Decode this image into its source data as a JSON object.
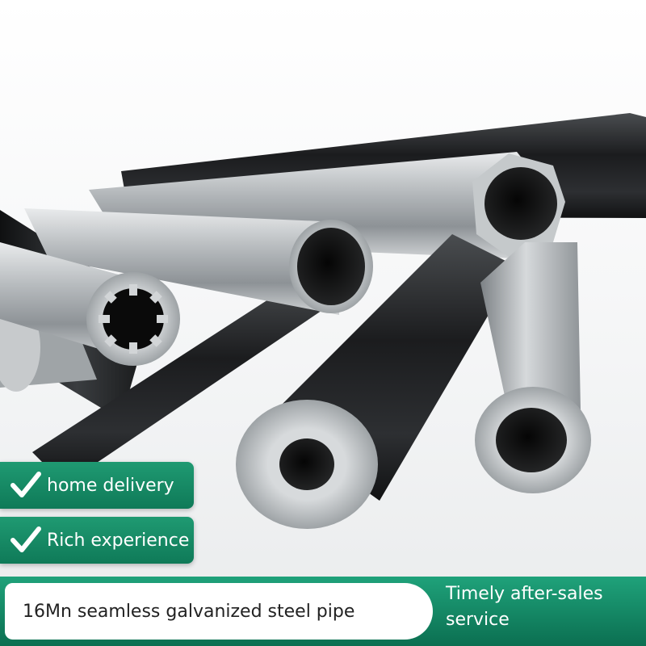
{
  "badges": [
    {
      "label": "home delivery",
      "icon": "checkmark-icon"
    },
    {
      "label": "Rich experience",
      "icon": "checkmark-icon"
    }
  ],
  "banner": {
    "title": "16Mn seamless galvanized steel pipe",
    "service": "Timely after-sales service"
  },
  "colors": {
    "accent_green": "#158a64",
    "white": "#ffffff",
    "steel": "#b8bcbf",
    "black_pipe": "#1c1d1f"
  }
}
